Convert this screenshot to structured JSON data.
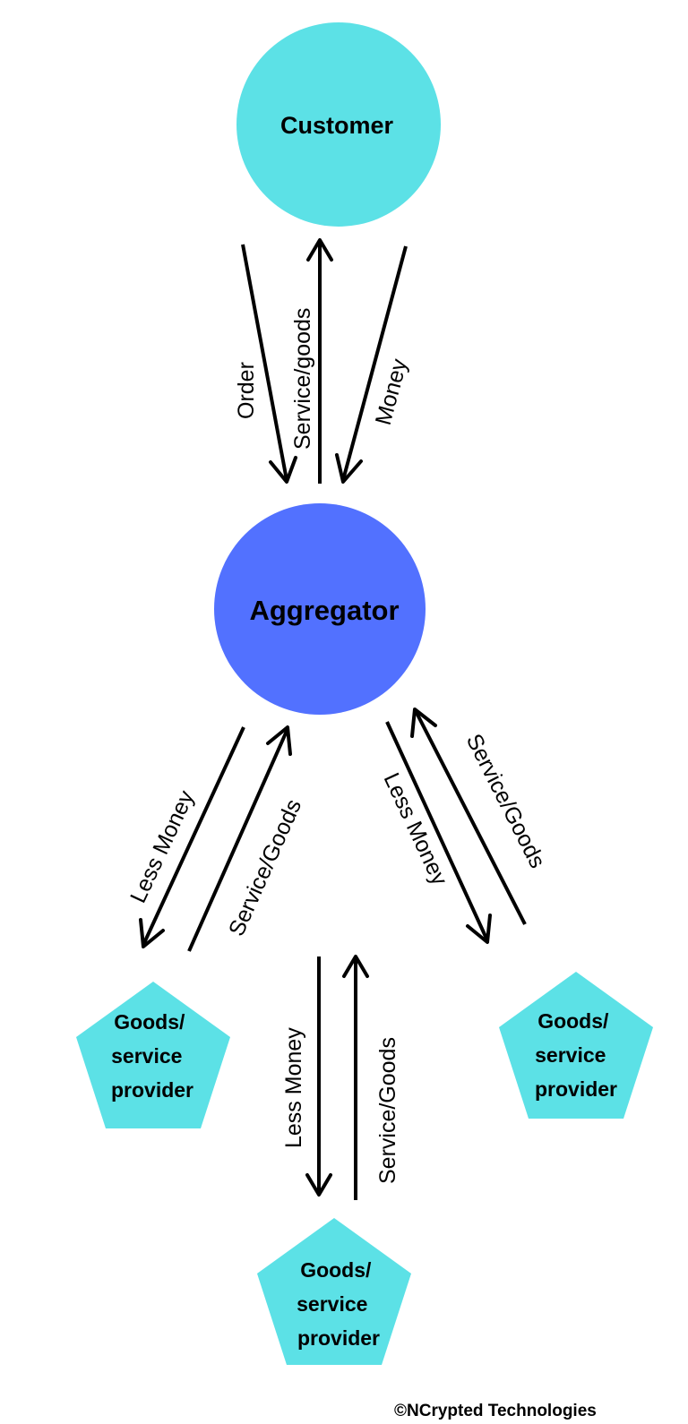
{
  "colors": {
    "customer_fill": "#5ce1e6",
    "aggregator_fill": "#5271ff",
    "provider_fill": "#5ce1e6",
    "arrow": "#000000"
  },
  "nodes": {
    "customer": "Customer",
    "aggregator": "Aggregator",
    "provider_left": [
      "Goods/",
      "service",
      "provider"
    ],
    "provider_right": [
      "Goods/",
      "service",
      "provider"
    ],
    "provider_bottom": [
      "Goods/",
      "service",
      "provider"
    ]
  },
  "edges": {
    "order": "Order",
    "customer_service": "Service/goods",
    "money": "Money",
    "left_less_money": "Less Money",
    "left_service": "Service/Goods",
    "right_less_money": "Less Money",
    "right_service": "Service/Goods",
    "bottom_less_money": "Less Money",
    "bottom_service": "Service/Goods"
  },
  "copyright": "©NCrypted Technologies"
}
